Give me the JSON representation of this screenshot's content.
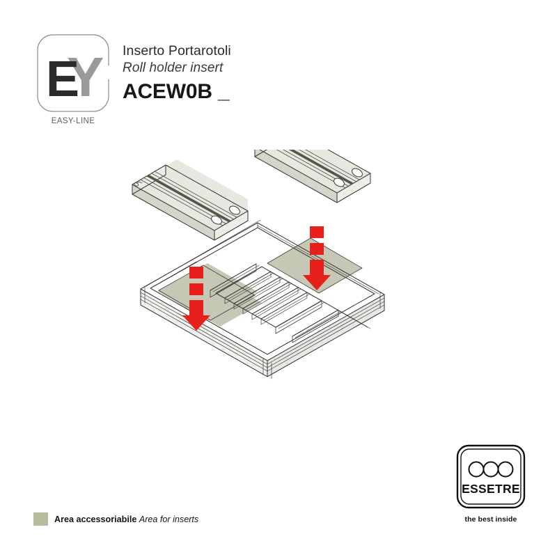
{
  "page": {
    "background_color": "#ffffff"
  },
  "header": {
    "logo": {
      "letter_e": "E",
      "letter_y": "Y",
      "caption": "EASY-LINE",
      "letter_e_color": "#2b2b2b",
      "letter_y_color": "#9a9a9a",
      "outline_color": "#8d8d8d"
    },
    "title_it": "Inserto Portarotoli",
    "title_en": "Roll holder insert",
    "product_code": "ACEW0B _"
  },
  "illustration": {
    "type": "isometric-exploded-assembly",
    "description": "Cutlery drawer tray with two roll holder bars shown above, red arrows indicating insertion direction",
    "colors": {
      "line": "#3a3a3a",
      "bar_top_face": "#e7e7e0",
      "bar_side_face": "#d6d6cc",
      "bar_end_face": "#ececE5",
      "groove": "#4a4a42",
      "accessory_area": "#c6c7b5",
      "accessory_area_shadow": "#b5b6a4",
      "tray_face": "#ffffff",
      "tray_shade": "#f4f4f2",
      "arrow": "#e8201c"
    },
    "parts": [
      {
        "name": "roll-holder-bar-left",
        "hole_count": 2
      },
      {
        "name": "roll-holder-bar-right",
        "hole_count": 2
      },
      {
        "name": "cutlery-tray",
        "compartments": 6
      }
    ],
    "arrows": [
      {
        "name": "insertion-arrow-left",
        "direction": "down",
        "segments": 2
      },
      {
        "name": "insertion-arrow-right",
        "direction": "down",
        "segments": 2
      }
    ]
  },
  "legend": {
    "swatch_color": "#b9bb9f",
    "label_it": "Area accessoriabile",
    "label_en": "Area for inserts"
  },
  "essetre": {
    "name": "ESSETRE",
    "tagline": "the best inside",
    "circle_count": 3
  }
}
